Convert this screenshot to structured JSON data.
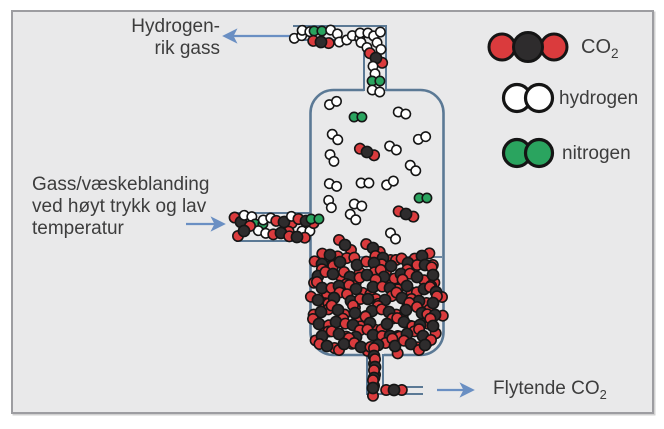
{
  "labels": {
    "hydrogen_rich_line1": "Hydrogen-",
    "hydrogen_rich_line2": "rik gass",
    "feed_line1": "Gass/væskeblanding",
    "feed_line2": "ved høyt trykk og lav",
    "feed_line3": "temperatur",
    "liquid_out": "Flytende CO",
    "liquid_out_sub": "2"
  },
  "legend": {
    "items": [
      {
        "type": "co2",
        "label": "CO",
        "sub": "2"
      },
      {
        "type": "h2",
        "label": "hydrogen",
        "sub": ""
      },
      {
        "type": "n2",
        "label": "nitrogen",
        "sub": ""
      }
    ]
  },
  "colors": {
    "panel_bg": "#e9e9ea",
    "panel_border": "#9d9da1",
    "vessel_stroke": "#5b7995",
    "arrow": "#6a8fc3",
    "co2_red": "#da3b3d",
    "co2_black": "#2e2c2d",
    "h2_white": "#ffffff",
    "n2_green": "#2aa45f",
    "atom_outline": "#151515",
    "text": "#3d3d3d"
  },
  "molecules": {
    "top_pipe": [
      [
        "h2",
        298,
        37,
        -20
      ],
      [
        "h2",
        306,
        31,
        10
      ],
      [
        "n2",
        318,
        31,
        0
      ],
      [
        "co2",
        321,
        42,
        8
      ],
      [
        "h2",
        334,
        32,
        30
      ],
      [
        "h2",
        343,
        41,
        -15
      ],
      [
        "h2",
        356,
        37,
        20
      ],
      [
        "h2",
        364,
        33,
        0
      ],
      [
        "h2",
        364,
        45,
        40
      ],
      [
        "h2",
        377,
        34,
        -30
      ],
      [
        "h2",
        379,
        46,
        60
      ],
      [
        "co2",
        376,
        58,
        38
      ],
      [
        "h2",
        374,
        70,
        75
      ],
      [
        "n2",
        376,
        81,
        0
      ],
      [
        "h2",
        376,
        91,
        15
      ]
    ],
    "gas": [
      [
        "h2",
        333,
        103,
        -25
      ],
      [
        "n2",
        358,
        117,
        0
      ],
      [
        "h2",
        402,
        113,
        15
      ],
      [
        "h2",
        335,
        137,
        45
      ],
      [
        "h2",
        422,
        138,
        -20
      ],
      [
        "h2",
        393,
        148,
        30
      ],
      [
        "co2",
        367,
        152,
        25
      ],
      [
        "h2",
        332,
        158,
        60
      ],
      [
        "h2",
        413,
        168,
        45
      ],
      [
        "h2",
        333,
        185,
        20
      ],
      [
        "h2",
        365,
        183,
        0
      ],
      [
        "h2",
        390,
        183,
        -30
      ],
      [
        "n2",
        423,
        198,
        0
      ],
      [
        "h2",
        330,
        204,
        70
      ],
      [
        "h2",
        358,
        205,
        15
      ],
      [
        "h2",
        353,
        217,
        45
      ],
      [
        "co2",
        406,
        214,
        20
      ],
      [
        "h2",
        393,
        236,
        50
      ],
      [
        "co2",
        345,
        245,
        40
      ],
      [
        "co2",
        330,
        255,
        10
      ],
      [
        "co2",
        373,
        248,
        30
      ],
      [
        "co2",
        383,
        258,
        15
      ],
      [
        "co2",
        422,
        256,
        -20
      ]
    ],
    "feed": [
      [
        "co2",
        241,
        222,
        35
      ],
      [
        "h2",
        248,
        216,
        10
      ],
      [
        "n2",
        259,
        224,
        0
      ],
      [
        "h2",
        267,
        219,
        -15
      ],
      [
        "h2",
        262,
        232,
        20
      ],
      [
        "co2",
        284,
        222,
        8
      ],
      [
        "co2",
        281,
        233,
        -10
      ],
      [
        "h2",
        295,
        218,
        25
      ],
      [
        "h2",
        306,
        231,
        0
      ],
      [
        "co2",
        306,
        221,
        15
      ],
      [
        "n2",
        315,
        219,
        0
      ],
      [
        "co2",
        297,
        237,
        5
      ],
      [
        "co2",
        244,
        231,
        -40
      ]
    ],
    "liquid": [
      [
        "co2",
        322,
        264,
        20
      ],
      [
        "co2",
        340,
        262,
        -30
      ],
      [
        "co2",
        357,
        265,
        70
      ],
      [
        "co2",
        374,
        263,
        10
      ],
      [
        "co2",
        391,
        266,
        -50
      ],
      [
        "co2",
        408,
        263,
        35
      ],
      [
        "co2",
        425,
        265,
        0
      ],
      [
        "co2",
        318,
        276,
        -60
      ],
      [
        "co2",
        333,
        274,
        15
      ],
      [
        "co2",
        350,
        277,
        40
      ],
      [
        "co2",
        367,
        275,
        -20
      ],
      [
        "co2",
        384,
        277,
        65
      ],
      [
        "co2",
        401,
        274,
        -35
      ],
      [
        "co2",
        417,
        277,
        25
      ],
      [
        "co2",
        433,
        275,
        80
      ],
      [
        "co2",
        322,
        288,
        50
      ],
      [
        "co2",
        339,
        286,
        -15
      ],
      [
        "co2",
        356,
        289,
        30
      ],
      [
        "co2",
        373,
        287,
        -70
      ],
      [
        "co2",
        390,
        288,
        10
      ],
      [
        "co2",
        407,
        286,
        55
      ],
      [
        "co2",
        424,
        289,
        -25
      ],
      [
        "co2",
        436,
        292,
        40
      ],
      [
        "co2",
        318,
        300,
        25
      ],
      [
        "co2",
        334,
        298,
        -45
      ],
      [
        "co2",
        351,
        301,
        60
      ],
      [
        "co2",
        368,
        299,
        0
      ],
      [
        "co2",
        385,
        300,
        -30
      ],
      [
        "co2",
        402,
        298,
        45
      ],
      [
        "co2",
        419,
        301,
        15
      ],
      [
        "co2",
        433,
        303,
        -60
      ],
      [
        "co2",
        321,
        312,
        -20
      ],
      [
        "co2",
        338,
        310,
        35
      ],
      [
        "co2",
        355,
        313,
        75
      ],
      [
        "co2",
        372,
        311,
        -40
      ],
      [
        "co2",
        389,
        312,
        20
      ],
      [
        "co2",
        406,
        310,
        -65
      ],
      [
        "co2",
        422,
        313,
        50
      ],
      [
        "co2",
        435,
        315,
        5
      ],
      [
        "co2",
        319,
        324,
        40
      ],
      [
        "co2",
        336,
        322,
        -25
      ],
      [
        "co2",
        353,
        325,
        10
      ],
      [
        "co2",
        370,
        323,
        55
      ],
      [
        "co2",
        387,
        324,
        -45
      ],
      [
        "co2",
        404,
        322,
        30
      ],
      [
        "co2",
        420,
        325,
        -10
      ],
      [
        "co2",
        433,
        326,
        70
      ],
      [
        "co2",
        322,
        336,
        -35
      ],
      [
        "co2",
        339,
        334,
        20
      ],
      [
        "co2",
        356,
        337,
        -60
      ],
      [
        "co2",
        373,
        335,
        45
      ],
      [
        "co2",
        390,
        336,
        0
      ],
      [
        "co2",
        407,
        334,
        -20
      ],
      [
        "co2",
        423,
        336,
        60
      ],
      [
        "co2",
        327,
        346,
        15
      ],
      [
        "co2",
        344,
        344,
        -50
      ],
      [
        "co2",
        361,
        347,
        30
      ],
      [
        "co2",
        378,
        345,
        -15
      ],
      [
        "co2",
        395,
        346,
        70
      ],
      [
        "co2",
        411,
        344,
        25
      ],
      [
        "co2",
        425,
        345,
        -40
      ]
    ],
    "outlet": [
      [
        "co2",
        374,
        356,
        90
      ],
      [
        "co2",
        375,
        367,
        90
      ],
      [
        "co2",
        374,
        378,
        90
      ],
      [
        "co2",
        373,
        388,
        90
      ],
      [
        "co2",
        394,
        390,
        0
      ]
    ]
  }
}
